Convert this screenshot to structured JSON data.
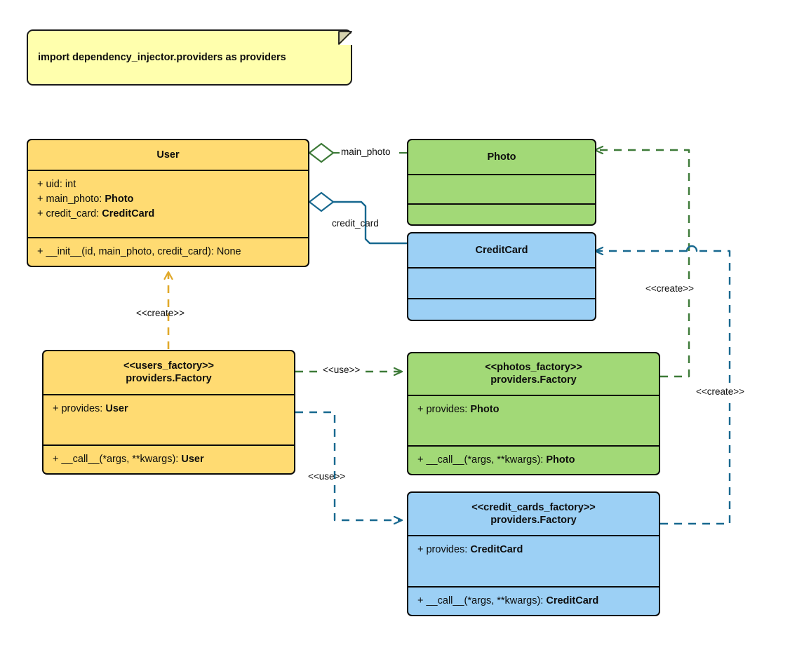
{
  "diagram": {
    "title": "Dependency Injector providers UML class diagram",
    "background": "#ffffff"
  },
  "note": {
    "name": "import-note",
    "text": "import dependency_injector.providers as providers",
    "fill": "#ffffad",
    "border": "#1a1a1a"
  },
  "palette": {
    "yellow_fill": "#ffdb72",
    "green_fill": "#a2d977",
    "blue_fill": "#9cd0f5",
    "note_fill": "#ffffad",
    "stroke": "#0a0a0a",
    "green_line": "#3d7a38",
    "blue_line": "#17688f",
    "amber_line": "#e0a92b"
  },
  "classes": {
    "user": {
      "title": "User",
      "stereotype": "",
      "color": "#ffdb72",
      "attributes": [
        {
          "prefix": "+ uid: ",
          "type": "int",
          "type_bold": false
        },
        {
          "prefix": "+ main_photo: ",
          "type": "Photo",
          "type_bold": true
        },
        {
          "prefix": "+ credit_card: ",
          "type": "CreditCard",
          "type_bold": true
        }
      ],
      "methods": [
        {
          "prefix": "+ __init__(id, main_photo, credit_card): ",
          "type": "None",
          "type_bold": false
        }
      ]
    },
    "photo": {
      "title": "Photo",
      "stereotype": "",
      "color": "#a2d977",
      "attributes": [],
      "methods": []
    },
    "credit_card": {
      "title": "CreditCard",
      "stereotype": "",
      "color": "#9cd0f5",
      "attributes": [],
      "methods": []
    },
    "users_factory": {
      "stereotype": "<<users_factory>>",
      "title": "providers.Factory",
      "color": "#ffdb72",
      "attributes": [
        {
          "prefix": "+ provides: ",
          "type": "User",
          "type_bold": true
        }
      ],
      "methods": [
        {
          "prefix": "+ __call__(*args, **kwargs): ",
          "type": "User",
          "type_bold": true
        }
      ]
    },
    "photos_factory": {
      "stereotype": "<<photos_factory>>",
      "title": "providers.Factory",
      "color": "#a2d977",
      "attributes": [
        {
          "prefix": "+ provides: ",
          "type": "Photo",
          "type_bold": true
        }
      ],
      "methods": [
        {
          "prefix": "+ __call__(*args, **kwargs): ",
          "type": "Photo",
          "type_bold": true
        }
      ]
    },
    "credit_cards_factory": {
      "stereotype": "<<credit_cards_factory>>",
      "title": "providers.Factory",
      "color": "#9cd0f5",
      "attributes": [
        {
          "prefix": "+ provides: ",
          "type": "CreditCard",
          "type_bold": true
        }
      ],
      "methods": [
        {
          "prefix": "+ __call__(*args, **kwargs): ",
          "type": "CreditCard",
          "type_bold": true
        }
      ]
    }
  },
  "connectors": {
    "main_photo": {
      "label": "main_photo",
      "kind": "aggregation",
      "from": "User",
      "to": "Photo",
      "color": "#3d7a38"
    },
    "credit_card": {
      "label": "credit_card",
      "kind": "aggregation",
      "from": "User",
      "to": "CreditCard",
      "color": "#17688f"
    },
    "create_user": {
      "label": "<<create>>",
      "kind": "dependency",
      "from": "users_factory",
      "to": "User",
      "color": "#e0a92b"
    },
    "use_photos": {
      "label": "<<use>>",
      "kind": "dependency",
      "from": "users_factory",
      "to": "photos_factory",
      "color": "#3d7a38"
    },
    "use_credit_cards": {
      "label": "<<use>>",
      "kind": "dependency",
      "from": "users_factory",
      "to": "credit_cards_factory",
      "color": "#17688f"
    },
    "create_photo": {
      "label": "<<create>>",
      "kind": "dependency",
      "from": "photos_factory",
      "to": "Photo",
      "color": "#3d7a38"
    },
    "create_credit_card": {
      "label": "<<create>>",
      "kind": "dependency",
      "from": "credit_cards_factory",
      "to": "CreditCard",
      "color": "#17688f"
    }
  }
}
